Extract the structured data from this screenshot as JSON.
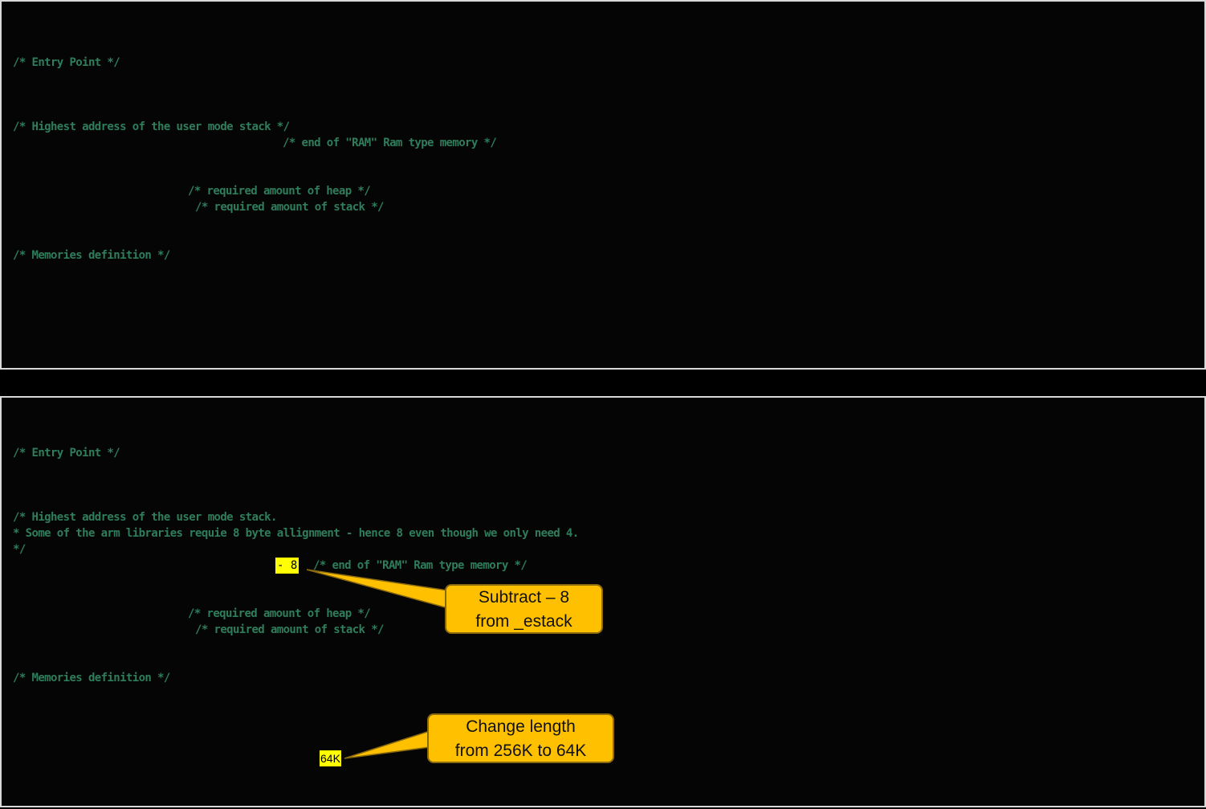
{
  "panels": [
    {
      "id": "before",
      "lines": {
        "entry_point": "/* Entry Point */",
        "highest_address": "/* Highest address of the user mode stack */",
        "end_of_ram": "/* end of \"RAM\" Ram type memory */",
        "heap": "/* required amount of heap */",
        "stack": "/* required amount of stack */",
        "memories": "/* Memories definition */"
      }
    },
    {
      "id": "after",
      "lines": {
        "entry_point": "/* Entry Point */",
        "highest_address": "/* Highest address of the user mode stack.",
        "alignment_note": "* Some of the arm libraries requie 8 byte allignment - hence 8 even though we only need 4.",
        "comment_close": "*/",
        "end_of_ram": "/* end of \"RAM\" Ram type memory */",
        "heap": "/* required amount of heap */",
        "stack": "/* required amount of stack */",
        "memories": "/* Memories definition */"
      },
      "highlights": {
        "minus_eight": "- 8",
        "length_64k": "64K"
      },
      "callouts": [
        {
          "line1": "Subtract – 8",
          "line2": "from _estack"
        },
        {
          "line1": "Change length",
          "line2": "from 256K to 64K"
        }
      ]
    }
  ],
  "colors": {
    "code_text": "#2f7d5c",
    "highlight": "#ffff00",
    "callout_fill": "#ffc000",
    "callout_border": "#8a6a10",
    "panel_border": "#d9d9d9"
  }
}
